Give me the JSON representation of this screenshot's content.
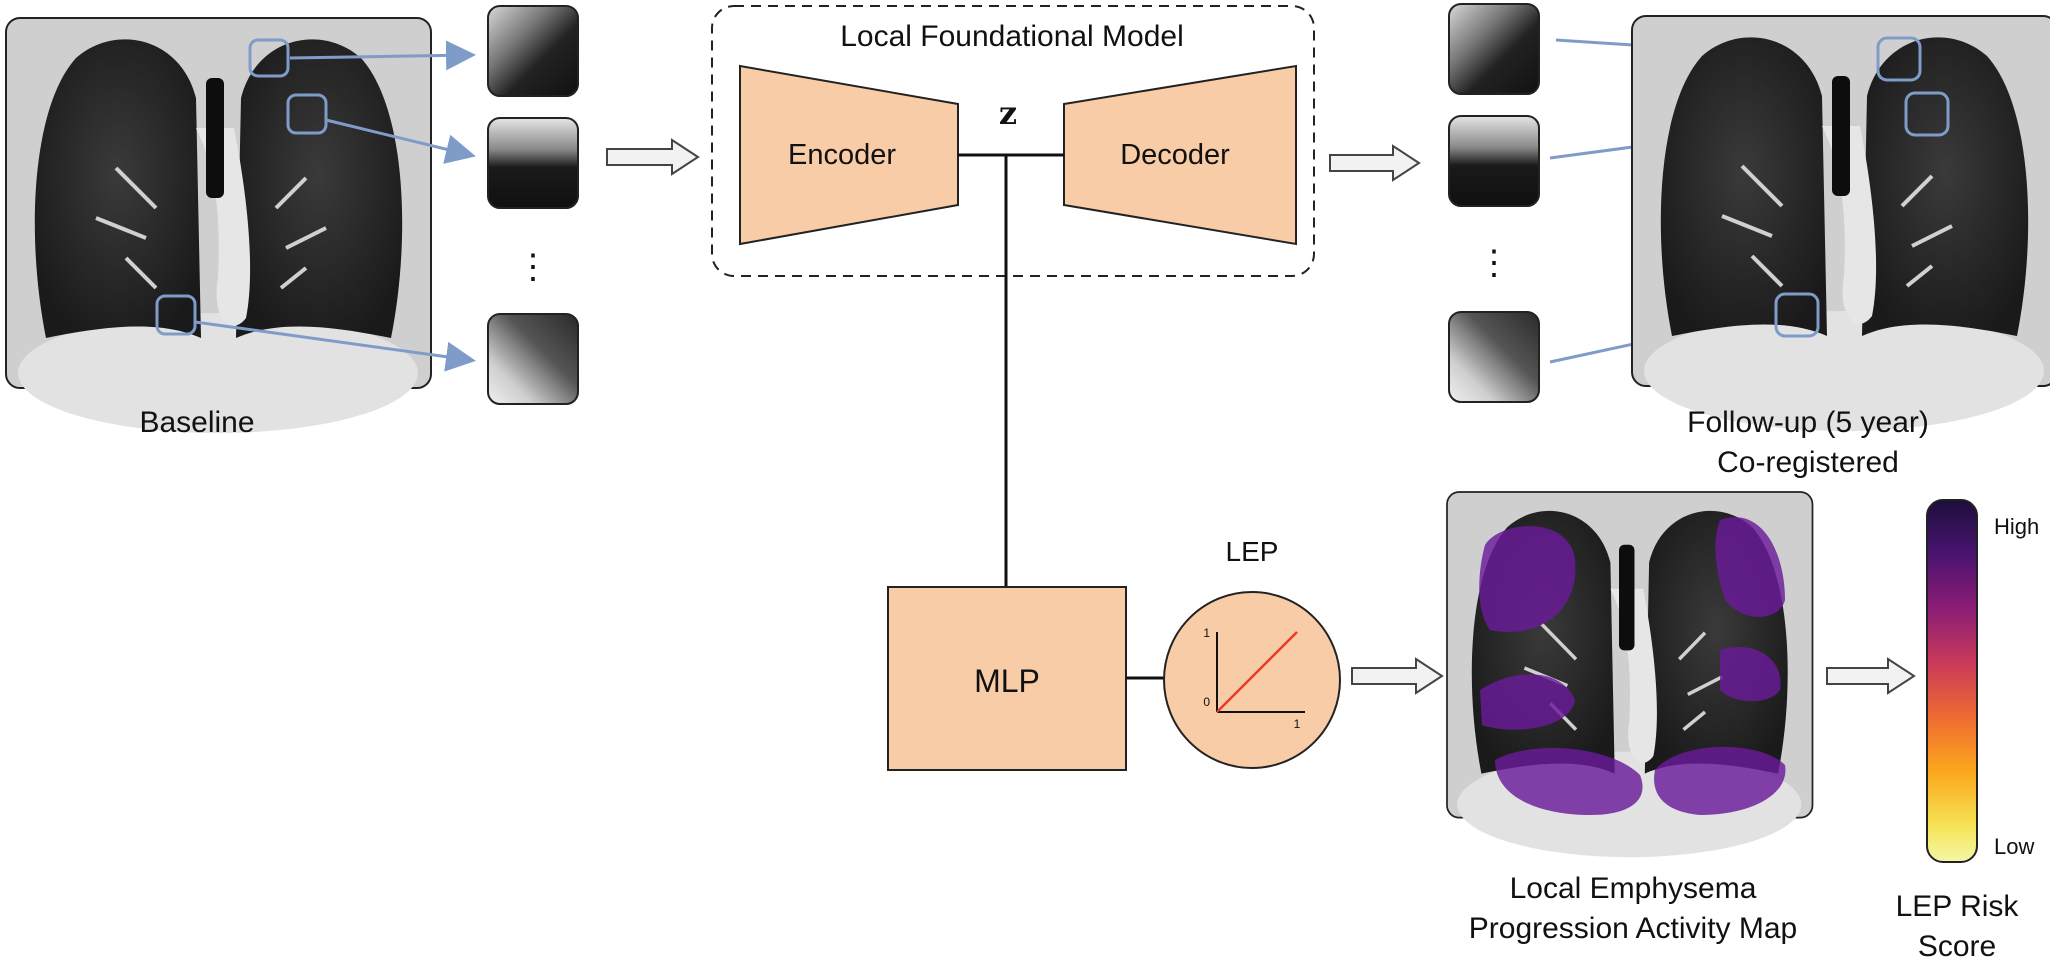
{
  "baseline": {
    "label": "Baseline"
  },
  "foundational_model": {
    "title": "Local Foundational Model",
    "encoder": "Encoder",
    "latent": "z",
    "decoder": "Decoder"
  },
  "followup": {
    "label_line1": "Follow-up (5 year)",
    "label_line2": "Co-registered"
  },
  "mlp": {
    "label": "MLP"
  },
  "lep": {
    "label": "LEP",
    "plot": {
      "y_top": "1",
      "y_bottom": "0",
      "x_right": "1"
    }
  },
  "activity_map": {
    "label_line1": "Local Emphysema",
    "label_line2": "Progression Activity Map"
  },
  "risk_score": {
    "label_line1": "LEP Risk",
    "label_line2": "Score",
    "high": "High",
    "low": "Low",
    "colors": [
      "#1c0f3b",
      "#4a1370",
      "#8b1d76",
      "#c93a5a",
      "#ef6b31",
      "#fba71c",
      "#f6e356",
      "#f4f7a8"
    ]
  },
  "ellipsis": "⋮",
  "colors": {
    "orange_fill": "#f8cca6",
    "arrow_blue": "#7f9cc9",
    "purple_overlay": "#6a1b9a"
  }
}
